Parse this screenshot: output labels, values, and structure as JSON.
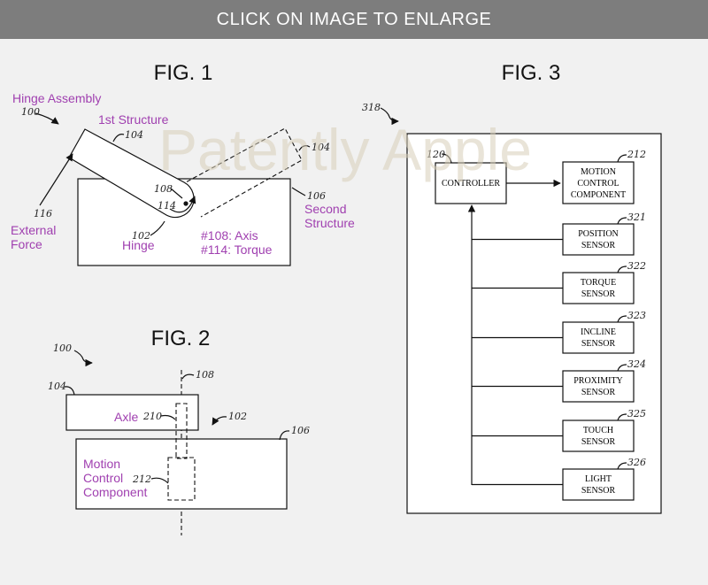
{
  "banner": {
    "text": "CLICK ON IMAGE TO ENLARGE"
  },
  "watermark": "Patently Apple",
  "fig1": {
    "title": "FIG. 1",
    "callout_assembly": "Hinge Assembly",
    "ref_100": "100",
    "callout_first_structure": "1st Structure",
    "ref_104": "104",
    "ref_104_dashed": "104",
    "ref_108": "108",
    "ref_114": "114",
    "ref_116": "116",
    "callout_external_force_1": "External",
    "callout_external_force_2": "Force",
    "ref_102": "102",
    "callout_hinge": "Hinge",
    "callout_axis": "#108: Axis",
    "callout_torque": "#114: Torque",
    "ref_106": "106",
    "callout_second_structure_1": "Second",
    "callout_second_structure_2": "Structure"
  },
  "fig2": {
    "title": "FIG. 2",
    "ref_100": "100",
    "ref_104": "104",
    "ref_108": "108",
    "callout_axle": "Axle",
    "ref_210": "210",
    "ref_102": "102",
    "ref_106": "106",
    "callout_motion_1": "Motion",
    "callout_motion_2": "Control",
    "callout_motion_3": "Component",
    "ref_212": "212"
  },
  "fig3": {
    "title": "FIG. 3",
    "ref_318": "318",
    "ref_120": "120",
    "controller": "CONTROLLER",
    "motion": {
      "ref": "212",
      "lines": [
        "MOTION",
        "CONTROL",
        "COMPONENT"
      ]
    },
    "sensors": [
      {
        "ref": "321",
        "line1": "POSITION",
        "line2": "SENSOR"
      },
      {
        "ref": "322",
        "line1": "TORQUE",
        "line2": "SENSOR"
      },
      {
        "ref": "323",
        "line1": "INCLINE",
        "line2": "SENSOR"
      },
      {
        "ref": "324",
        "line1": "PROXIMITY",
        "line2": "SENSOR"
      },
      {
        "ref": "325",
        "line1": "TOUCH",
        "line2": "SENSOR"
      },
      {
        "ref": "326",
        "line1": "LIGHT",
        "line2": "SENSOR"
      }
    ]
  }
}
